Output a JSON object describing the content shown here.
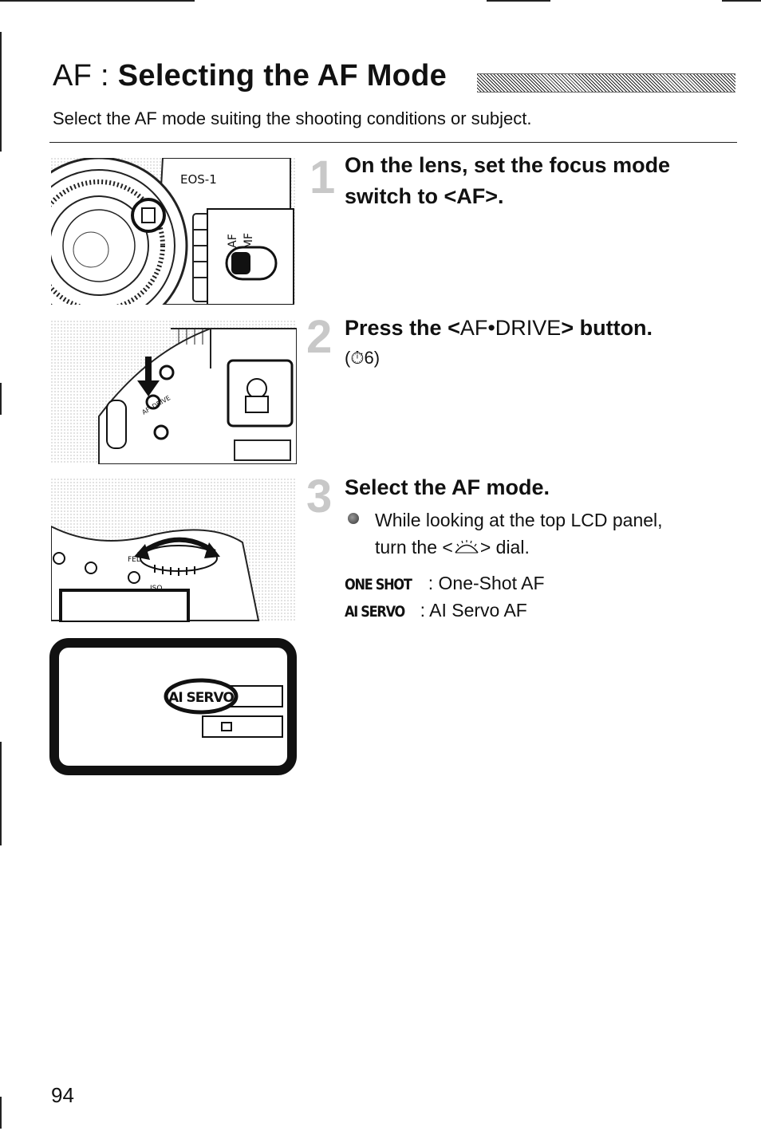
{
  "header": {
    "title_prefix": "AF :",
    "title_main": "Selecting the AF Mode",
    "subtitle": "Select the AF mode suiting the shooting conditions or subject."
  },
  "steps": [
    {
      "number": "1",
      "heading": "On the lens, set the focus mode switch to <AF>.",
      "figure_labels": {
        "camera_badge": "EOS-1",
        "switch_af": "AF",
        "switch_mf": "MF"
      }
    },
    {
      "number": "2",
      "heading_pre": "Press the <",
      "heading_key": "AF•DRIVE",
      "heading_post": "> button.",
      "reference": "(⏱6)",
      "figure_labels": {
        "button": "AF•DRIVE"
      }
    },
    {
      "number": "3",
      "heading": "Select the AF mode.",
      "bullet_line1": "While looking at the top LCD panel,",
      "bullet_line2_pre": "turn the <",
      "bullet_line2_post": "> dial.",
      "figure_labels": {
        "fel": "FEL",
        "iso": "ISO"
      },
      "modes": [
        {
          "label": "ONE SHOT",
          "desc": ": One-Shot AF"
        },
        {
          "label": "AI SERVO",
          "desc": ": AI Servo AF"
        }
      ]
    }
  ],
  "lcd": {
    "mode_display": "AI SERVO"
  },
  "page_number": "94"
}
